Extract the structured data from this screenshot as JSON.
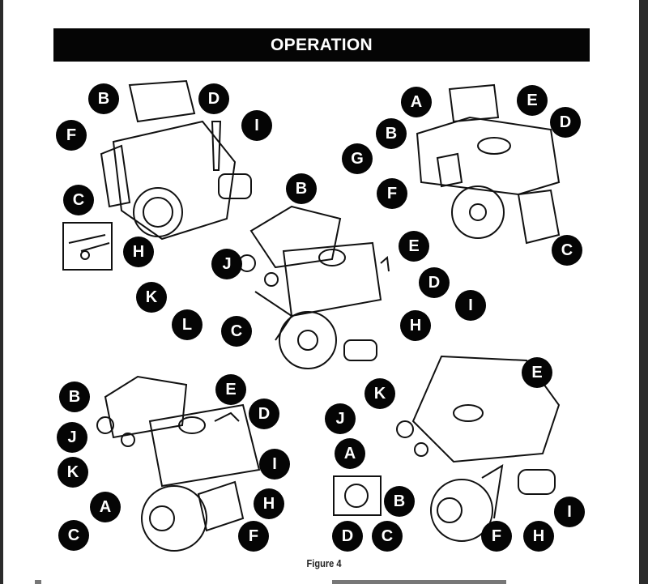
{
  "header": {
    "title": "OPERATION"
  },
  "figure": {
    "caption": "Figure 4",
    "engines": [
      {
        "labels": [
          "B",
          "D",
          "F",
          "I",
          "C",
          "H"
        ]
      },
      {
        "labels": [
          "A",
          "E",
          "D",
          "B",
          "G",
          "F",
          "C"
        ]
      },
      {
        "labels": [
          "B",
          "E",
          "J",
          "D",
          "K",
          "I",
          "L",
          "H",
          "C"
        ]
      },
      {
        "labels": [
          "B",
          "E",
          "D",
          "J",
          "I",
          "K",
          "A",
          "H",
          "C",
          "F"
        ]
      },
      {
        "labels": [
          "E",
          "K",
          "J",
          "A",
          "B",
          "I",
          "D",
          "C",
          "F",
          "H"
        ]
      }
    ]
  }
}
